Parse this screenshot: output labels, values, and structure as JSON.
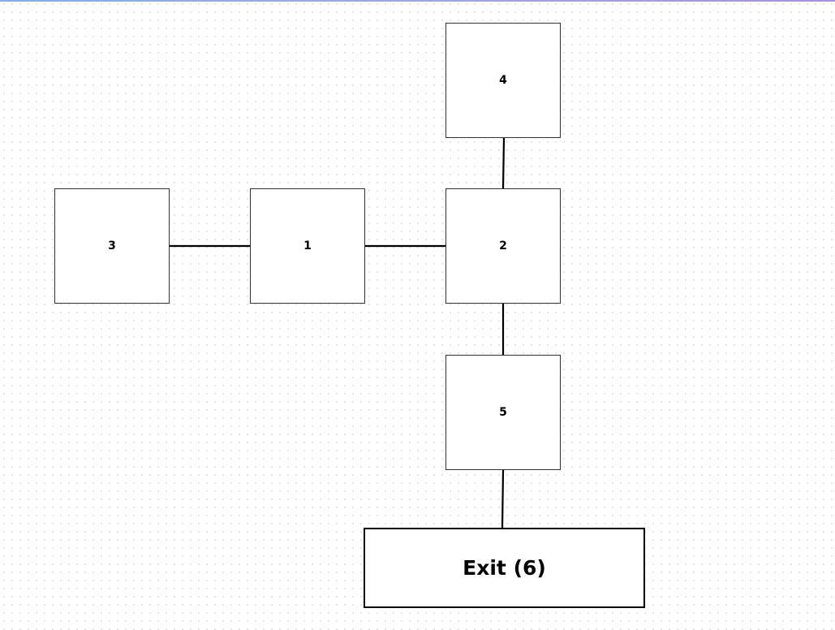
{
  "rooms": [
    {
      "id": "n1",
      "label": "1"
    },
    {
      "id": "n2",
      "label": "2"
    },
    {
      "id": "n3",
      "label": "3"
    },
    {
      "id": "n4",
      "label": "4"
    },
    {
      "id": "n5",
      "label": "5"
    }
  ],
  "exit": {
    "label": "Exit (6)"
  },
  "connections": [
    {
      "from": "3",
      "to": "1"
    },
    {
      "from": "1",
      "to": "2"
    },
    {
      "from": "4",
      "to": "2"
    },
    {
      "from": "2",
      "to": "5"
    },
    {
      "from": "5",
      "to": "Exit (6)"
    }
  ],
  "colors": {
    "node_border": "#333333",
    "edge": "#000000",
    "accent_gradient_start": "#7fb0e8",
    "accent_gradient_end": "#a98fe0"
  }
}
